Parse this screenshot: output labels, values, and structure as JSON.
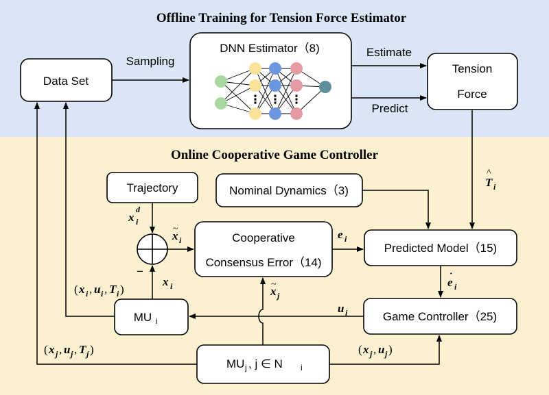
{
  "colors": {
    "offline_bg": "#dae6f6",
    "online_bg": "#fbf0d0",
    "node_green": "#a8d8a0",
    "node_yellow": "#fbe29a",
    "node_blue": "#6b97df",
    "node_pink": "#e39aa0",
    "node_teal": "#5e8f9c"
  },
  "offline": {
    "title": "Offline Training for Tension Force Estimator",
    "data_set": "Data Set",
    "sampling": "Sampling",
    "dnn": "DNN Estimator（8)",
    "estimate": "Estimate",
    "predict": "Predict",
    "tension_line1": "Tension",
    "tension_line2": "Force",
    "dots": "⋮"
  },
  "online": {
    "title": "Online Cooperative Game Controller",
    "trajectory": "Trajectory",
    "nominal": "Nominal Dynamics（3)",
    "coop_line1": "Cooperative",
    "coop_line2": "Consensus Error（14)",
    "predicted_model": "Predicted Model（15)",
    "game_controller": "Game Controller（25)",
    "mu_i": "MU",
    "mu_i_sub": "i",
    "mu_j": "MU",
    "mu_j_sub": "j",
    "mu_j_cond": ", j ∈ N",
    "mu_j_cond_sub": "i",
    "minus": "−"
  },
  "signals": {
    "T_hat": "T",
    "T_hat_sub": "i",
    "x_d": "x",
    "x_d_sub": "i",
    "x_d_sup": "d",
    "x_tilde_i": "x",
    "x_tilde_i_sub": "i",
    "e_i": "e",
    "e_i_sub": "i",
    "e_dot": "e",
    "e_dot_sub": "i",
    "x_i": "x",
    "x_i_sub": "i",
    "x_tilde_j": "x",
    "x_tilde_j_sub": "j",
    "u_i": "u",
    "u_i_sub": "i",
    "tuple_i": "(x, u, T)",
    "tuple_j": "(x, u, T)",
    "pair_j": "(x, u)"
  }
}
